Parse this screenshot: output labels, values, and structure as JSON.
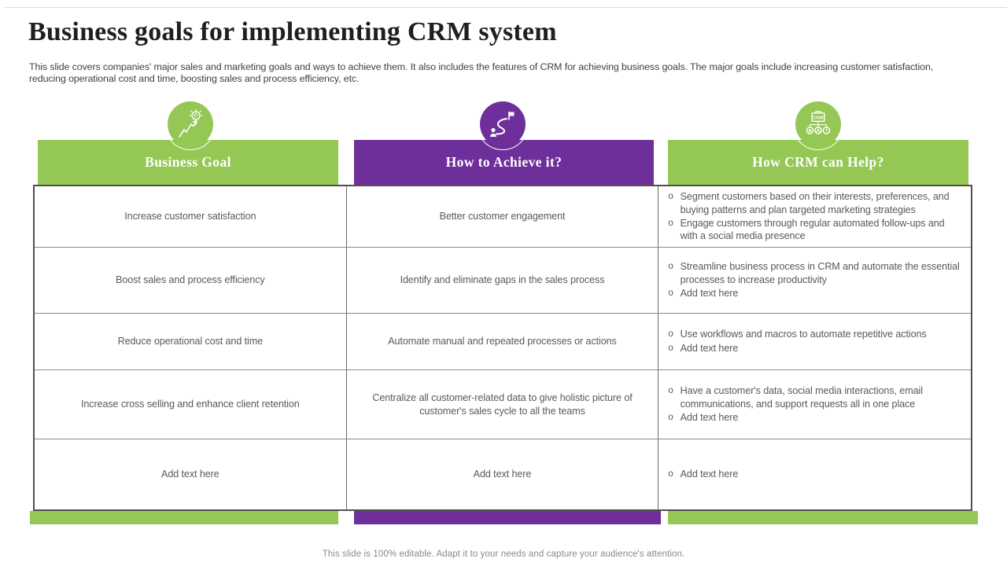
{
  "title": "Business goals for implementing CRM system",
  "description": "This slide covers companies' major sales and marketing goals and ways to achieve them. It also includes the features of CRM for achieving business goals. The major goals include increasing customer satisfaction, reducing operational cost and time, boosting sales and process efficiency, etc.",
  "colors": {
    "green": "#94c754",
    "purple": "#6f2f9b",
    "title_text": "#1f1f1f",
    "body_text": "#595959",
    "footer_text": "#8a8a8a"
  },
  "table": {
    "bullet_char": "o",
    "columns": [
      {
        "label": "Business Goal",
        "icon": "growth-bulb-icon",
        "color": "#94c754"
      },
      {
        "label": "How to Achieve it?",
        "icon": "path-to-flag-icon",
        "color": "#6f2f9b"
      },
      {
        "label": "How CRM can Help?",
        "icon": "crm-network-icon",
        "color": "#94c754"
      }
    ],
    "rows": [
      {
        "goal": "Increase customer satisfaction",
        "how": "Better customer engagement",
        "crm_help": [
          "Segment customers based on their interests, preferences, and buying patterns and plan targeted marketing strategies",
          "Engage customers through regular automated follow-ups and with a social media presence"
        ]
      },
      {
        "goal": "Boost sales and process efficiency",
        "how": "Identify and eliminate gaps in the sales process",
        "crm_help": [
          "Streamline business process in CRM and automate the essential processes to increase productivity",
          "Add text here"
        ]
      },
      {
        "goal": "Reduce operational cost and time",
        "how": "Automate manual and repeated processes or actions",
        "crm_help": [
          "Use workflows and macros to automate repetitive actions",
          "Add text here"
        ]
      },
      {
        "goal": "Increase cross selling and enhance client retention",
        "how": "Centralize all customer-related data to give holistic picture of customer's sales cycle to all the teams",
        "crm_help": [
          "Have a customer's data, social media interactions, email communications, and support requests all in one place",
          "Add text here"
        ]
      },
      {
        "goal": "Add text here",
        "how": "Add text here",
        "crm_help": [
          "Add text here"
        ]
      }
    ]
  },
  "footer": "This slide is 100% editable. Adapt it to your needs and capture your audience's attention."
}
